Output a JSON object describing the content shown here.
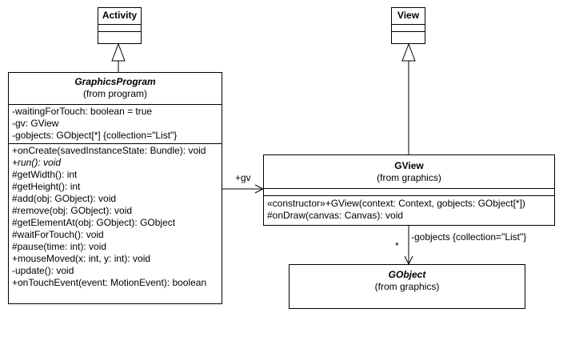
{
  "activity": {
    "name": "Activity"
  },
  "view": {
    "name": "View"
  },
  "graphics_program": {
    "name": "GraphicsProgram",
    "from": "(from program)",
    "attributes": [
      "-waitingForTouch: boolean = true",
      "-gv: GView",
      "-gobjects: GObject[*] {collection=\"List\"}"
    ],
    "operations": [
      "+onCreate(savedInstanceState: Bundle): void",
      "+run(): void",
      "#getWidth(): int",
      "#getHeight(): int",
      "#add(obj: GObject): void",
      "#remove(obj: GObject): void",
      "#getElementAt(obj: GObject): GObject",
      "#waitForTouch(): void",
      "#pause(time: int): void",
      "+mouseMoved(x: int, y: int): void",
      "-update(): void",
      "+onTouchEvent(event: MotionEvent): boolean"
    ]
  },
  "gview": {
    "name": "GView",
    "from": "(from graphics)",
    "operations": [
      "«constructor»+GView(context: Context, gobjects: GObject[*])",
      "#onDraw(canvas: Canvas): void"
    ]
  },
  "gobject": {
    "name": "GObject",
    "from": "(from graphics)"
  },
  "associations": {
    "gv_role": "+gv",
    "gobjects_role": "-gobjects {collection=\"List\"}",
    "gobjects_multiplicity": "*"
  }
}
